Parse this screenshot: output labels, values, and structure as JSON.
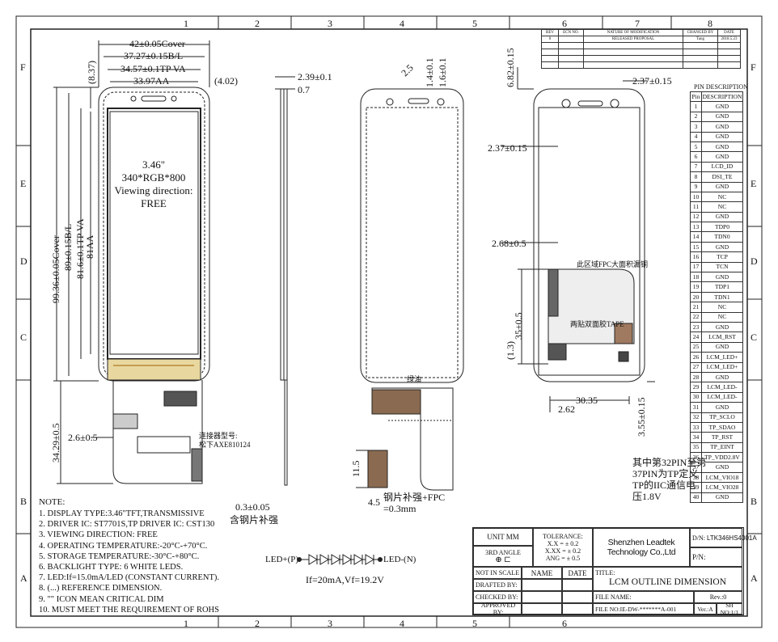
{
  "grid": {
    "cols_top": [
      "1",
      "2",
      "3",
      "4",
      "5",
      "6",
      "7",
      "8"
    ],
    "cols_bottom": [
      "1",
      "2",
      "3",
      "4",
      "5",
      "6"
    ],
    "rows": [
      "F",
      "E",
      "D",
      "C",
      "B",
      "A"
    ]
  },
  "front_view": {
    "dim_cover_w": "42±0.05Cover",
    "dim_bl_w": "37.27±0.15B/L",
    "dim_tpva_w": "34.57±0.1TP VA",
    "dim_aa_w": "33.97AA",
    "dim_side_ref": "(4.02)",
    "dim_top_ref": "(8.37)",
    "dim_cover_h": "99.36±0.05Cover",
    "dim_bl_h": "89±0.15B/L",
    "dim_tpva_h": "81.6±0.1TP VA",
    "dim_aa_h": "81AA",
    "dim_fpc_h": "34.29±0.5",
    "dim_fpc_off": "2.6±0.5",
    "screen_lines": [
      "3.46\"",
      "340*RGB*800",
      "Viewing direction:",
      "FREE"
    ],
    "connector_note1": "连接器型号:",
    "connector_note2": "松下AXE810124"
  },
  "side_view": {
    "dim_total": "2.39±0.1",
    "dim_glass": "0.7",
    "dim_stiffener": "0.3±0.05",
    "stiffener_label": "含钢片补强"
  },
  "back_view": {
    "dim_hole": "2.5",
    "dim_a": "1.4±0.1",
    "dim_b": "1.6±0.1",
    "dim_tab": "11.5",
    "dim_tab_w": "4.5",
    "label_stiff1": "钢片补强+FPC",
    "label_stiff2": "=0.3mm",
    "small_label": "绿油"
  },
  "right_view": {
    "dim_top": "6.82±0.15",
    "dim_right": "2.37±0.15",
    "dim_left": "2.37±0.15",
    "dim_mid": "2.68±0.5",
    "dim_fpc_h": "35±0.5",
    "dim_ref": "(1.3)",
    "dim_width": "30.35",
    "dim_off": "2.62",
    "dim_bottom": "3.55±0.15",
    "label_a": "此区域FPC大面积漏铜",
    "label_b": "两贴双面胶TAPE",
    "chinese_note": [
      "其中第32PIN至第",
      "37PIN为TP定义",
      "TP的IIC通信电",
      "压1.8V"
    ]
  },
  "revision": {
    "headers": [
      "REV",
      "ECN NO.",
      "NATURE OF MODIFICATION",
      "CHANGED BY",
      "DATE"
    ],
    "rows": [
      [
        "0",
        "",
        "RELEASED PROPOSAL",
        "Tang",
        "2018.5.23"
      ]
    ]
  },
  "pins": {
    "title": "PIN DESCRIPTION",
    "headers": [
      "Pin",
      "DESCRIPTION"
    ],
    "rows": [
      [
        "1",
        "GND"
      ],
      [
        "2",
        "GND"
      ],
      [
        "3",
        "GND"
      ],
      [
        "4",
        "GND"
      ],
      [
        "5",
        "GND"
      ],
      [
        "6",
        "GND"
      ],
      [
        "7",
        "LCD_ID"
      ],
      [
        "8",
        "DSI_TE"
      ],
      [
        "9",
        "GND"
      ],
      [
        "10",
        "NC"
      ],
      [
        "11",
        "NC"
      ],
      [
        "12",
        "GND"
      ],
      [
        "13",
        "TDP0"
      ],
      [
        "14",
        "TDN0"
      ],
      [
        "15",
        "GND"
      ],
      [
        "16",
        "TCP"
      ],
      [
        "17",
        "TCN"
      ],
      [
        "18",
        "GND"
      ],
      [
        "19",
        "TDP1"
      ],
      [
        "20",
        "TDN1"
      ],
      [
        "21",
        "NC"
      ],
      [
        "22",
        "NC"
      ],
      [
        "23",
        "GND"
      ],
      [
        "24",
        "LCM_RST"
      ],
      [
        "25",
        "GND"
      ],
      [
        "26",
        "LCM_LED+"
      ],
      [
        "27",
        "LCM_LED+"
      ],
      [
        "28",
        "GND"
      ],
      [
        "29",
        "LCM_LED-"
      ],
      [
        "30",
        "LCM_LED-"
      ],
      [
        "31",
        "GND"
      ],
      [
        "32",
        "TP_SCLO"
      ],
      [
        "33",
        "TP_SDAO"
      ],
      [
        "34",
        "TP_RST"
      ],
      [
        "35",
        "TP_EINT"
      ],
      [
        "36",
        "TP_VDD2.8V"
      ],
      [
        "37",
        "GND"
      ],
      [
        "38",
        "LCM_VIO18"
      ],
      [
        "39",
        "LCM_VIO28"
      ],
      [
        "40",
        "GND"
      ]
    ]
  },
  "notes": {
    "title": "NOTE:",
    "lines": [
      "1. DISPLAY TYPE:3.46\"TFT,TRANSMISSIVE",
      "2. DRIVER IC: ST7701S,TP DRIVER IC: CST130",
      "3. VIEWING DIRECTION: FREE",
      "4. OPERATING TEMPERATURE:-20°C-+70°C.",
      "5. STORAGE TEMPERATURE:-30°C-+80°C.",
      "6. BACKLIGHT TYPE:  6  WHITE LEDS.",
      "7. LED:If=15.0mA/LED (CONSTANT CURRENT).",
      "8. (...) REFERENCE DIMENSION.",
      "9. \"\" ICON MEAN CRITICAL DIM",
      "10. MUST MEET THE REQUIREMENT OF ROHS"
    ]
  },
  "led": {
    "plus": "LED+(P)",
    "minus": "LED-(N)",
    "spec": "If=20mA,Vf=19.2V"
  },
  "title_block": {
    "unit": "UNIT MM",
    "tolerance": [
      "TOLERANCE:",
      "X.X = ± 0.2",
      "X.XX = ± 0.2",
      "ANG = ± 0.5"
    ],
    "angle": "3RD ANGLE",
    "company": "Shenzhen Leadtek Technology Co.,Ltd",
    "dn_label": "D/N:",
    "dn_value": "LTK346HS4001A",
    "pn_label": "P/N:",
    "not_scale": "NOT IN SCALE",
    "name": "NAME",
    "date": "DATE",
    "title_label": "TITLE:",
    "title_value": "LCM OUTLINE DIMENSION",
    "drafted": "DRAFTED BY:",
    "checked": "CHECKED BY:",
    "approved": "APPROVED BY:",
    "file_name": "FILE NAME:",
    "rev": "Rev.:0",
    "file_no": "FILE NO:IE-DW-*******A-001",
    "ver": "Ver.:A",
    "sh": "SH NO:1/1"
  }
}
